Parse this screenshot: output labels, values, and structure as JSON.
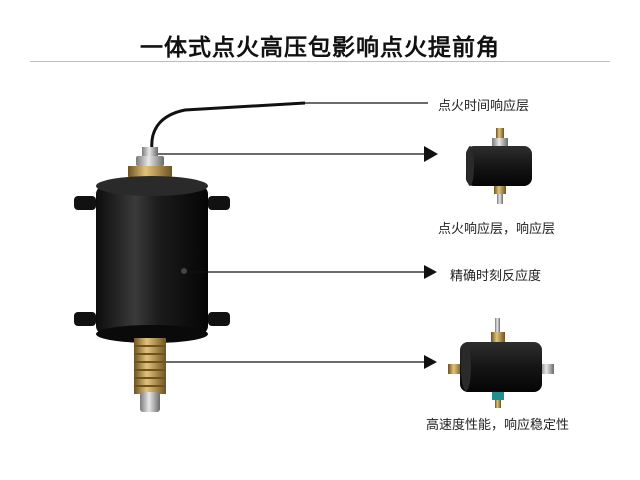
{
  "title": "一体式点火高压包影响点火提前角",
  "labels": {
    "top": "点火时间响应层",
    "upper_component": "点火响应层，响应层",
    "middle": "精确时刻反应度",
    "lower_component": "高速度性能，响应稳定性"
  },
  "colors": {
    "accent": "#111111",
    "coil_body": "#1a1a1a",
    "brass": "#b8913a",
    "teal": "#1f8f8f"
  }
}
